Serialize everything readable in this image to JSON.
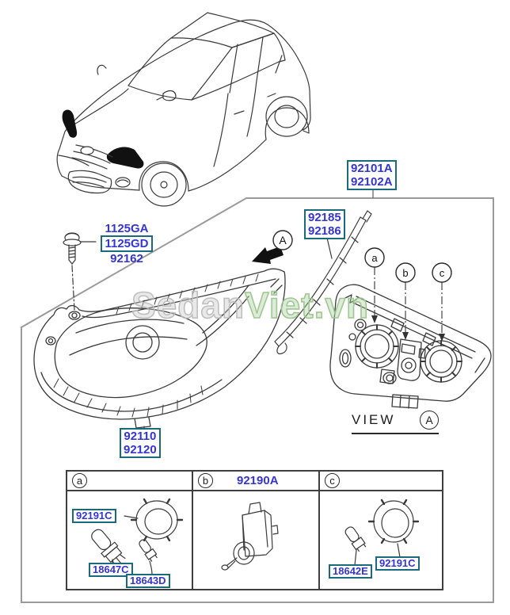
{
  "colors": {
    "part_text": "#3535cf",
    "part_box_border": "#1a697d",
    "line_art": "#3a3a3a",
    "panel_outline": "#9a9a9a",
    "watermark_gray": "#bdbdbd",
    "watermark_green": "#9cc48e"
  },
  "watermark": {
    "part1": "Sedan",
    "part2": "Viet.vn"
  },
  "callouts": {
    "arrow_marker": "A",
    "a": "a",
    "b": "b",
    "c": "c"
  },
  "labels": {
    "assembly": [
      "92101A",
      "92102A"
    ],
    "trim_strip": [
      "92185",
      "92186"
    ],
    "bolt": [
      "1125GA",
      "1125GD",
      "92162"
    ],
    "headlamp_unit": [
      "92110",
      "92120"
    ],
    "view": {
      "text": "VIEW",
      "marker": "A"
    }
  },
  "table": {
    "columns": [
      {
        "marker": "a",
        "header_part": "",
        "parts": {
          "cap": "92191C",
          "bulb": "18647C",
          "small_bulb": "18643D"
        }
      },
      {
        "marker": "b",
        "header_part": "92190A",
        "parts": {}
      },
      {
        "marker": "c",
        "header_part": "",
        "parts": {
          "bulb": "18642E",
          "cap": "92191C"
        }
      }
    ]
  }
}
